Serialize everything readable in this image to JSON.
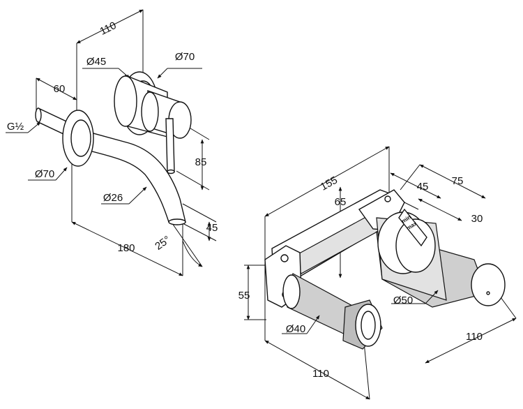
{
  "faucet_dimensions": {
    "width_110": "110",
    "diam_45": "Ø45",
    "diam_70_handle": "Ø70",
    "depth_60": "60",
    "thread_g": "G½",
    "diam_70_plate": "Ø70",
    "height_85": "85",
    "spout_diam_26": "Ø26",
    "drop_45": "45",
    "reach_180": "180",
    "angle_25": "25°"
  },
  "valve_dimensions": {
    "width_155": "155",
    "depth_65": "65",
    "width_75": "75",
    "width_45": "45",
    "depth_30": "30",
    "height_55": "55",
    "body_diam_50": "Ø50",
    "outlet_diam_40": "Ø40",
    "length_110_right": "110",
    "length_110_bottom": "110"
  },
  "valve_marking": {
    "label_min": "min",
    "label_max": "max"
  }
}
